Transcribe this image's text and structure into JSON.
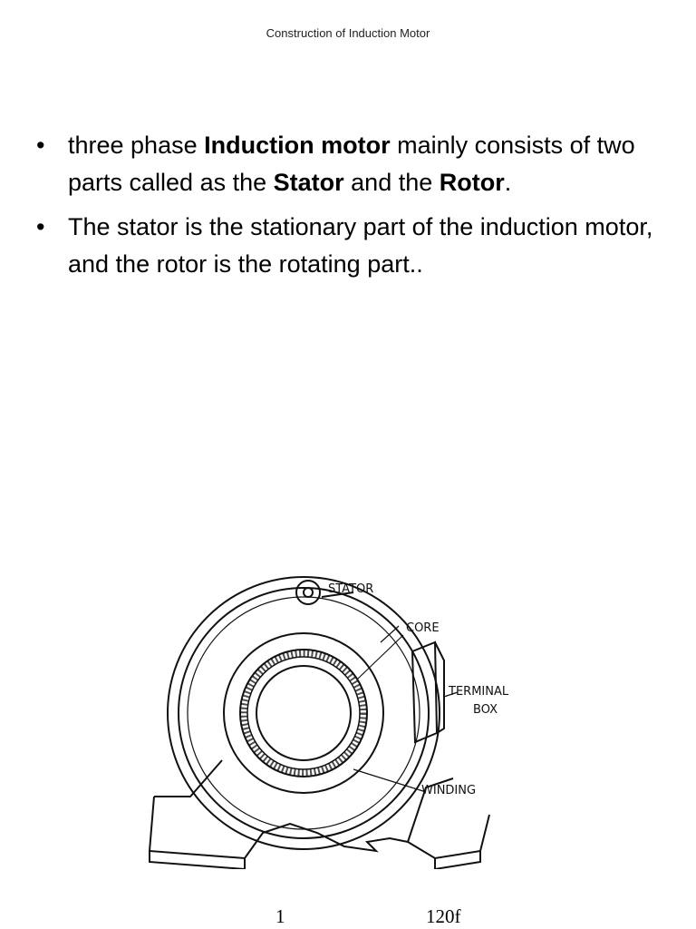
{
  "header": {
    "title": "Construction of Induction Motor"
  },
  "bullets": [
    {
      "segments": [
        {
          "text": " three phase ",
          "bold": false
        },
        {
          "text": "Induction motor",
          "bold": true
        },
        {
          "text": " mainly consists of two parts called as the ",
          "bold": false
        },
        {
          "text": "Stator",
          "bold": true
        },
        {
          "text": " and the ",
          "bold": false
        },
        {
          "text": "Rotor",
          "bold": true
        },
        {
          "text": ".",
          "bold": false
        }
      ]
    },
    {
      "segments": [
        {
          "text": "The stator is the stationary part of the induction motor, and the rotor is the rotating part..",
          "bold": false
        }
      ]
    }
  ],
  "bullet_symbol": "•",
  "diagram": {
    "labels": {
      "stator": "STATOR",
      "core": "CORE",
      "terminal": "TERMINAL",
      "box": "BOX",
      "winding": "WINDING"
    }
  },
  "formula": {
    "numerator_left": "1",
    "numerator_right": "120f"
  }
}
